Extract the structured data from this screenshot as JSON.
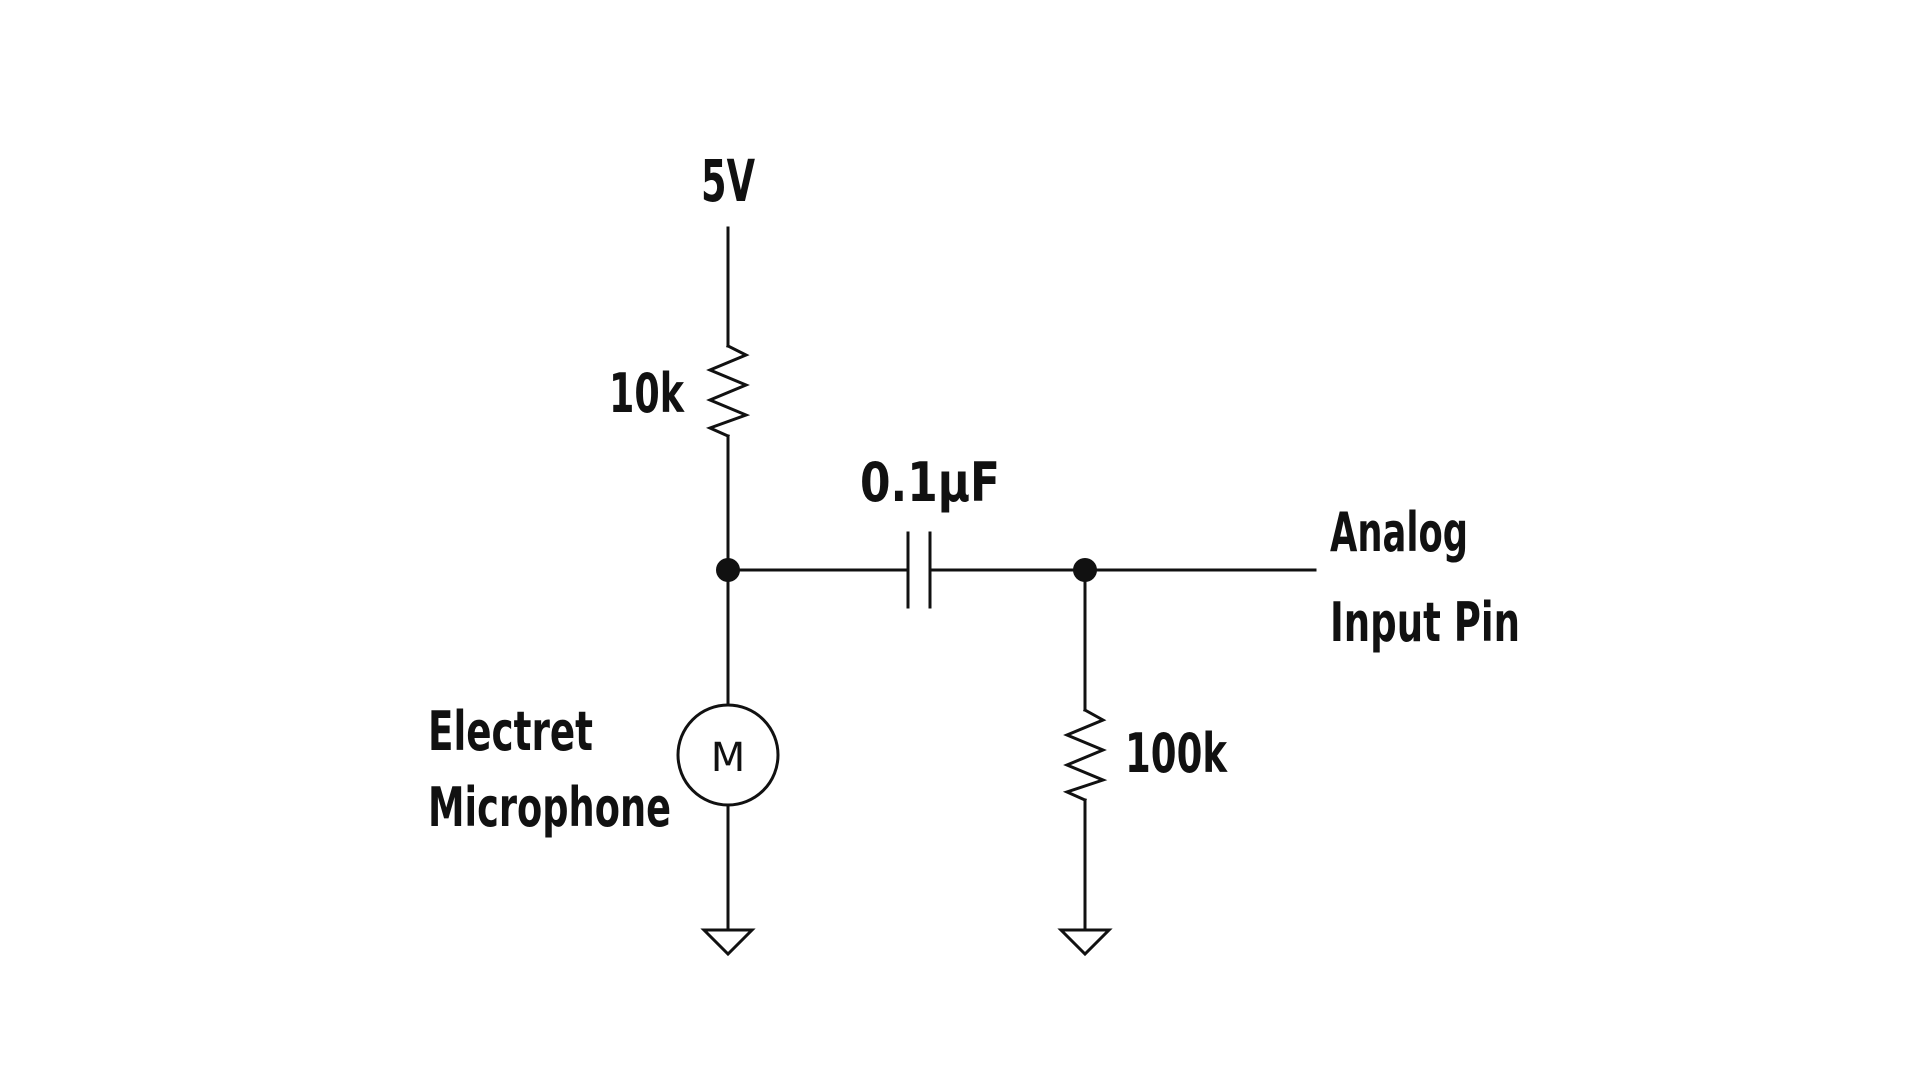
{
  "labels": {
    "supply": "5V",
    "top_resistor": "10k",
    "capacitor": "0.1µF",
    "output_line1": "Analog",
    "output_line2": "Input Pin",
    "mic_line1": "Electret",
    "mic_line2": "Microphone",
    "mic_symbol": "M",
    "bottom_resistor": "100k"
  },
  "colors": {
    "ink": "#111111",
    "background": "#ffffff"
  }
}
